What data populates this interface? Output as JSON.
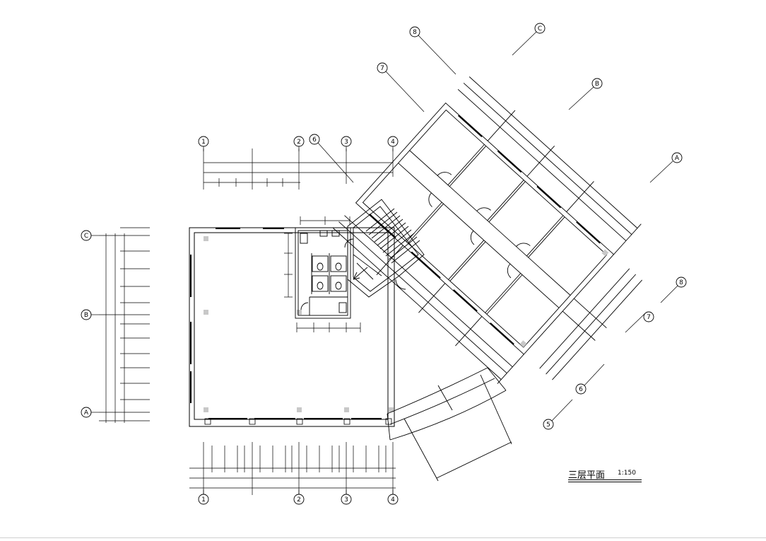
{
  "drawing": {
    "title": "三层平面",
    "scale": "1:150"
  },
  "axis_bubbles": {
    "top": [
      "1",
      "2",
      "3",
      "4"
    ],
    "bottom": [
      "1",
      "2",
      "3",
      "4"
    ],
    "left": [
      "C",
      "B",
      "A"
    ],
    "wing_upper": [
      "6",
      "7",
      "8"
    ],
    "wing_right": [
      "A",
      "B",
      "C"
    ],
    "wing_lower": [
      "5",
      "6",
      "7",
      "8"
    ]
  },
  "colors": {
    "line": "#000000",
    "background": "#ffffff",
    "column": "#c8c8c8"
  }
}
